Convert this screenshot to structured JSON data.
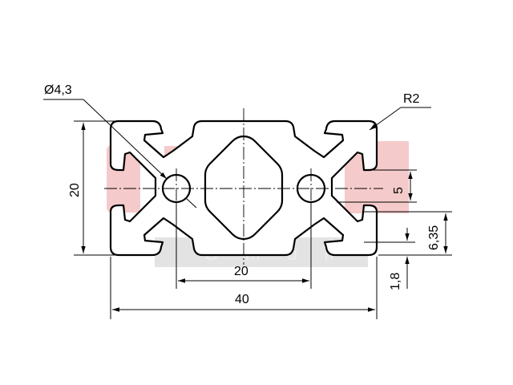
{
  "drawing": {
    "label_hole_diameter": "Ø4,3",
    "label_radius": "R2",
    "label_height": "20",
    "label_inner_width": "20",
    "label_total_width": "40",
    "label_slot_offset": "5",
    "label_slot_depth": "6,35",
    "label_wall": "1,8"
  },
  "watermark": {
    "letters": "Gmbh"
  },
  "colors": {
    "line": "#000000",
    "watermark_red": "#f2b8b8",
    "watermark_gray": "#d9d9d9"
  }
}
